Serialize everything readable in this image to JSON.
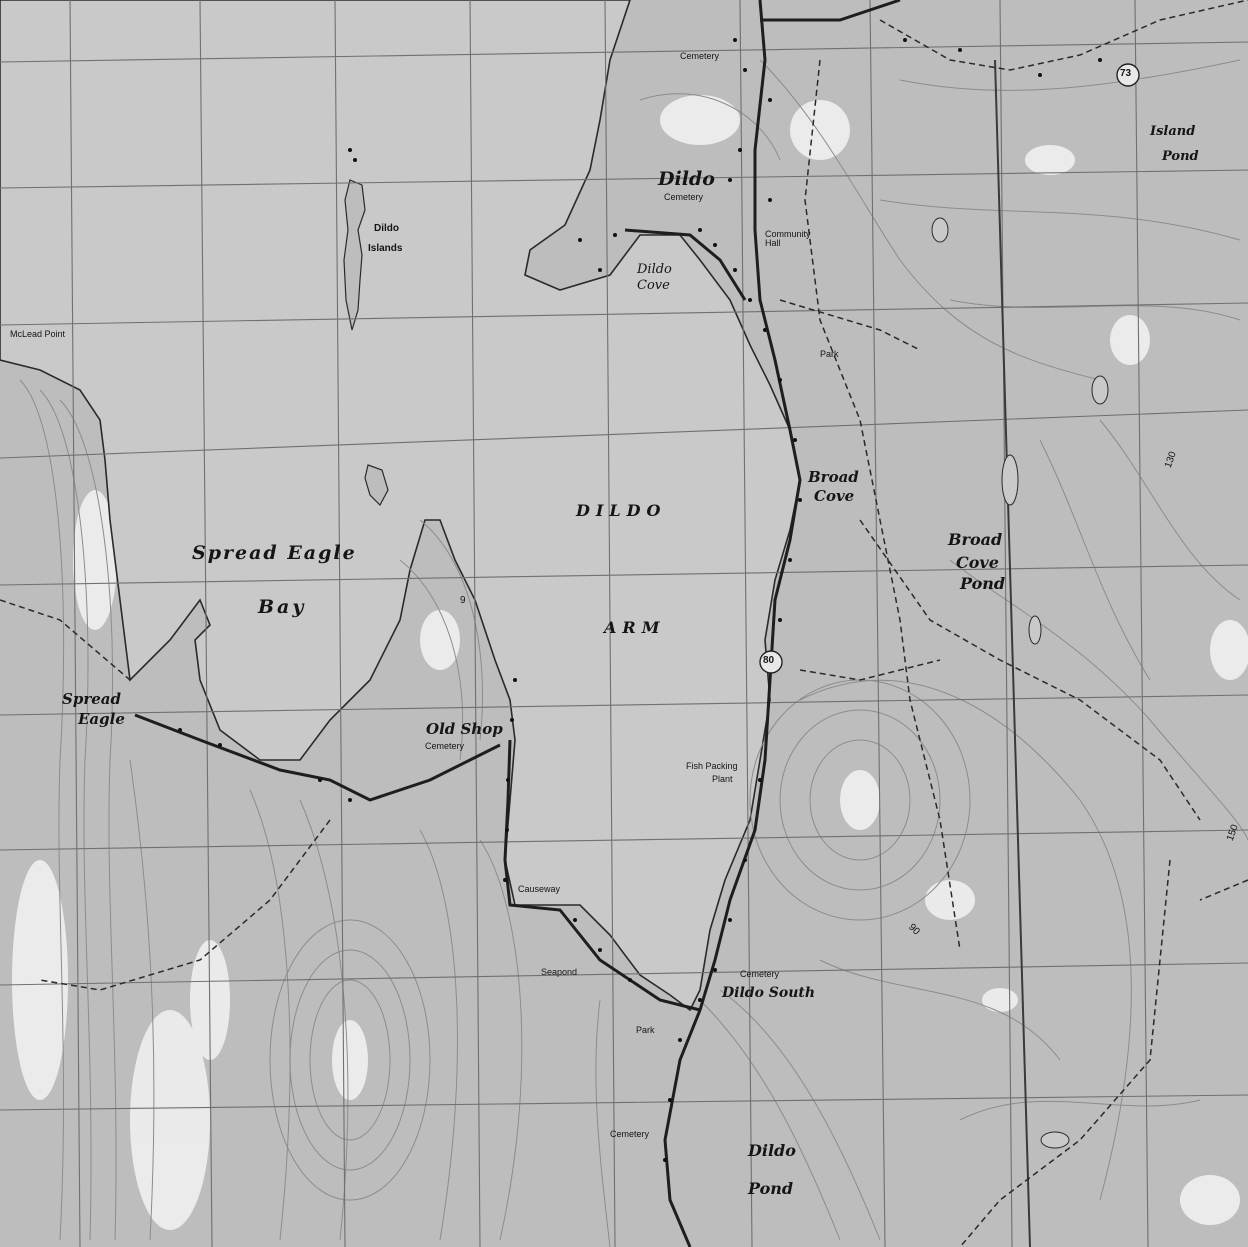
{
  "colors": {
    "water": "#c9c9c9",
    "land": "#bdbdbd",
    "clearing": "#eeeeee",
    "contour": "#8c8c8c",
    "grid": "#707070",
    "road": "#1e1e1e"
  },
  "labels": {
    "dildo": "Dildo",
    "dildo_cemetery": "Cemetery",
    "cemetery_north": "Cemetery",
    "community_hall": "Community Hall",
    "dildo_islands_1": "Dildo",
    "dildo_islands_2": "Islands",
    "dildo_cove_1": "Dildo",
    "dildo_cove_2": "Cove",
    "mclead_point": "McLead Point",
    "island_pond_1": "Island",
    "island_pond_2": "Pond",
    "broad_cove_1": "Broad",
    "broad_cove_2": "Cove",
    "broad_cove_pond_1": "Broad",
    "broad_cove_pond_2": "Cove",
    "broad_cove_pond_3": "Pond",
    "dildo_arm_1": "DILDO",
    "dildo_arm_2": "ARM",
    "spread_eagle_bay_1": "Spread Eagle",
    "spread_eagle_bay_2": "Bay",
    "spread_eagle_1": "Spread",
    "spread_eagle_2": "Eagle",
    "old_shop": "Old Shop",
    "old_shop_cemetery": "Cemetery",
    "fish_packing_1": "Fish Packing",
    "fish_packing_2": "Plant",
    "causeway": "Causeway",
    "seapond": "Seapond",
    "dildo_south": "Dildo South",
    "dildo_south_cemetery": "Cemetery",
    "park": "Park",
    "park_north": "Park",
    "cemetery_south": "Cemetery",
    "dildo_pond_1": "Dildo",
    "dildo_pond_2": "Pond",
    "route_73": "73",
    "route_80": "80",
    "elev_9": "9",
    "elev_130": "130",
    "elev_150": "150",
    "elev_90": "90"
  }
}
